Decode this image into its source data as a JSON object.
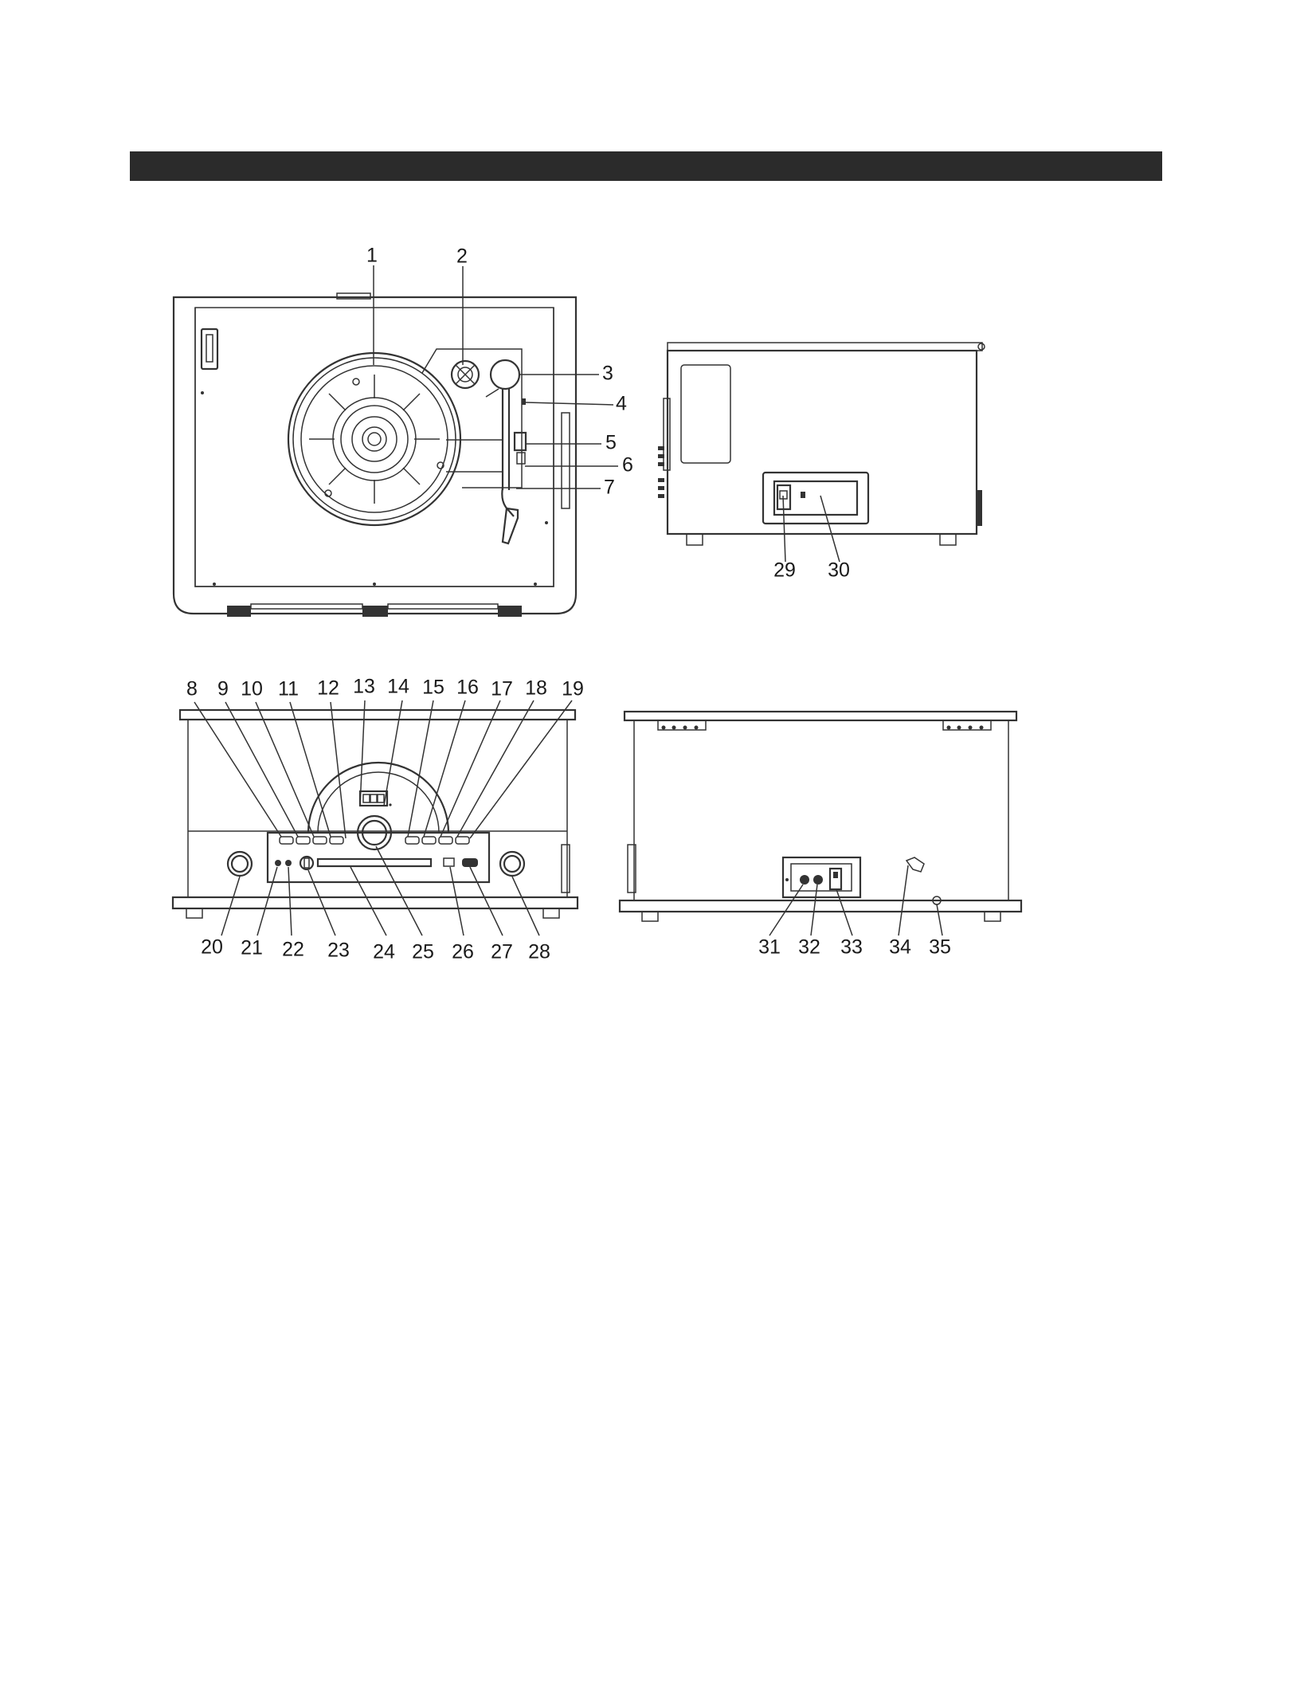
{
  "header": {
    "color": "#2b2b2b"
  },
  "callouts": {
    "n1": "1",
    "n2": "2",
    "n3": "3",
    "n4": "4",
    "n5": "5",
    "n6": "6",
    "n7": "7",
    "n8": "8",
    "n9": "9",
    "n10": "10",
    "n11": "11",
    "n12": "12",
    "n13": "13",
    "n14": "14",
    "n15": "15",
    "n16": "16",
    "n17": "17",
    "n18": "18",
    "n19": "19",
    "n20": "20",
    "n21": "21",
    "n22": "22",
    "n23": "23",
    "n24": "24",
    "n25": "25",
    "n26": "26",
    "n27": "27",
    "n28": "28",
    "n29": "29",
    "n30": "30",
    "n31": "31",
    "n32": "32",
    "n33": "33",
    "n34": "34",
    "n35": "35"
  },
  "views": {
    "top": "turntable-top-view",
    "side": "side-view",
    "front": "front-view",
    "back": "back-view"
  }
}
